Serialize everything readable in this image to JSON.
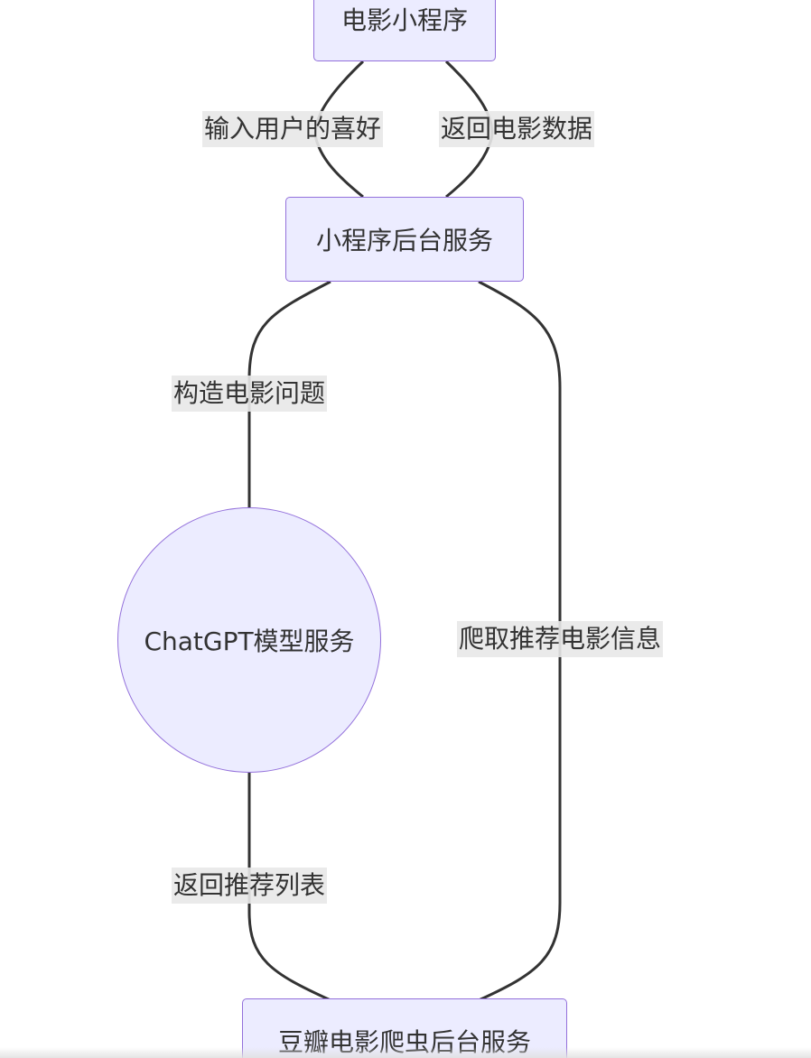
{
  "diagram": {
    "nodes": {
      "mini_program": {
        "label": "电影小程序"
      },
      "backend": {
        "label": "小程序后台服务"
      },
      "chatgpt": {
        "label": "ChatGPT模型服务"
      },
      "crawler": {
        "label": "豆瓣电影爬虫后台服务"
      }
    },
    "edges": {
      "input_prefs": {
        "label": "输入用户的喜好"
      },
      "return_movies": {
        "label": "返回电影数据"
      },
      "build_question": {
        "label": "构造电影问题"
      },
      "return_list": {
        "label": "返回推荐列表"
      },
      "crawl_info": {
        "label": "爬取推荐电影信息"
      }
    },
    "colors": {
      "node_fill": "#ececff",
      "node_border": "#9370db",
      "edge_stroke": "#333333",
      "label_background": "#e8e8e8",
      "text": "#333333"
    }
  }
}
